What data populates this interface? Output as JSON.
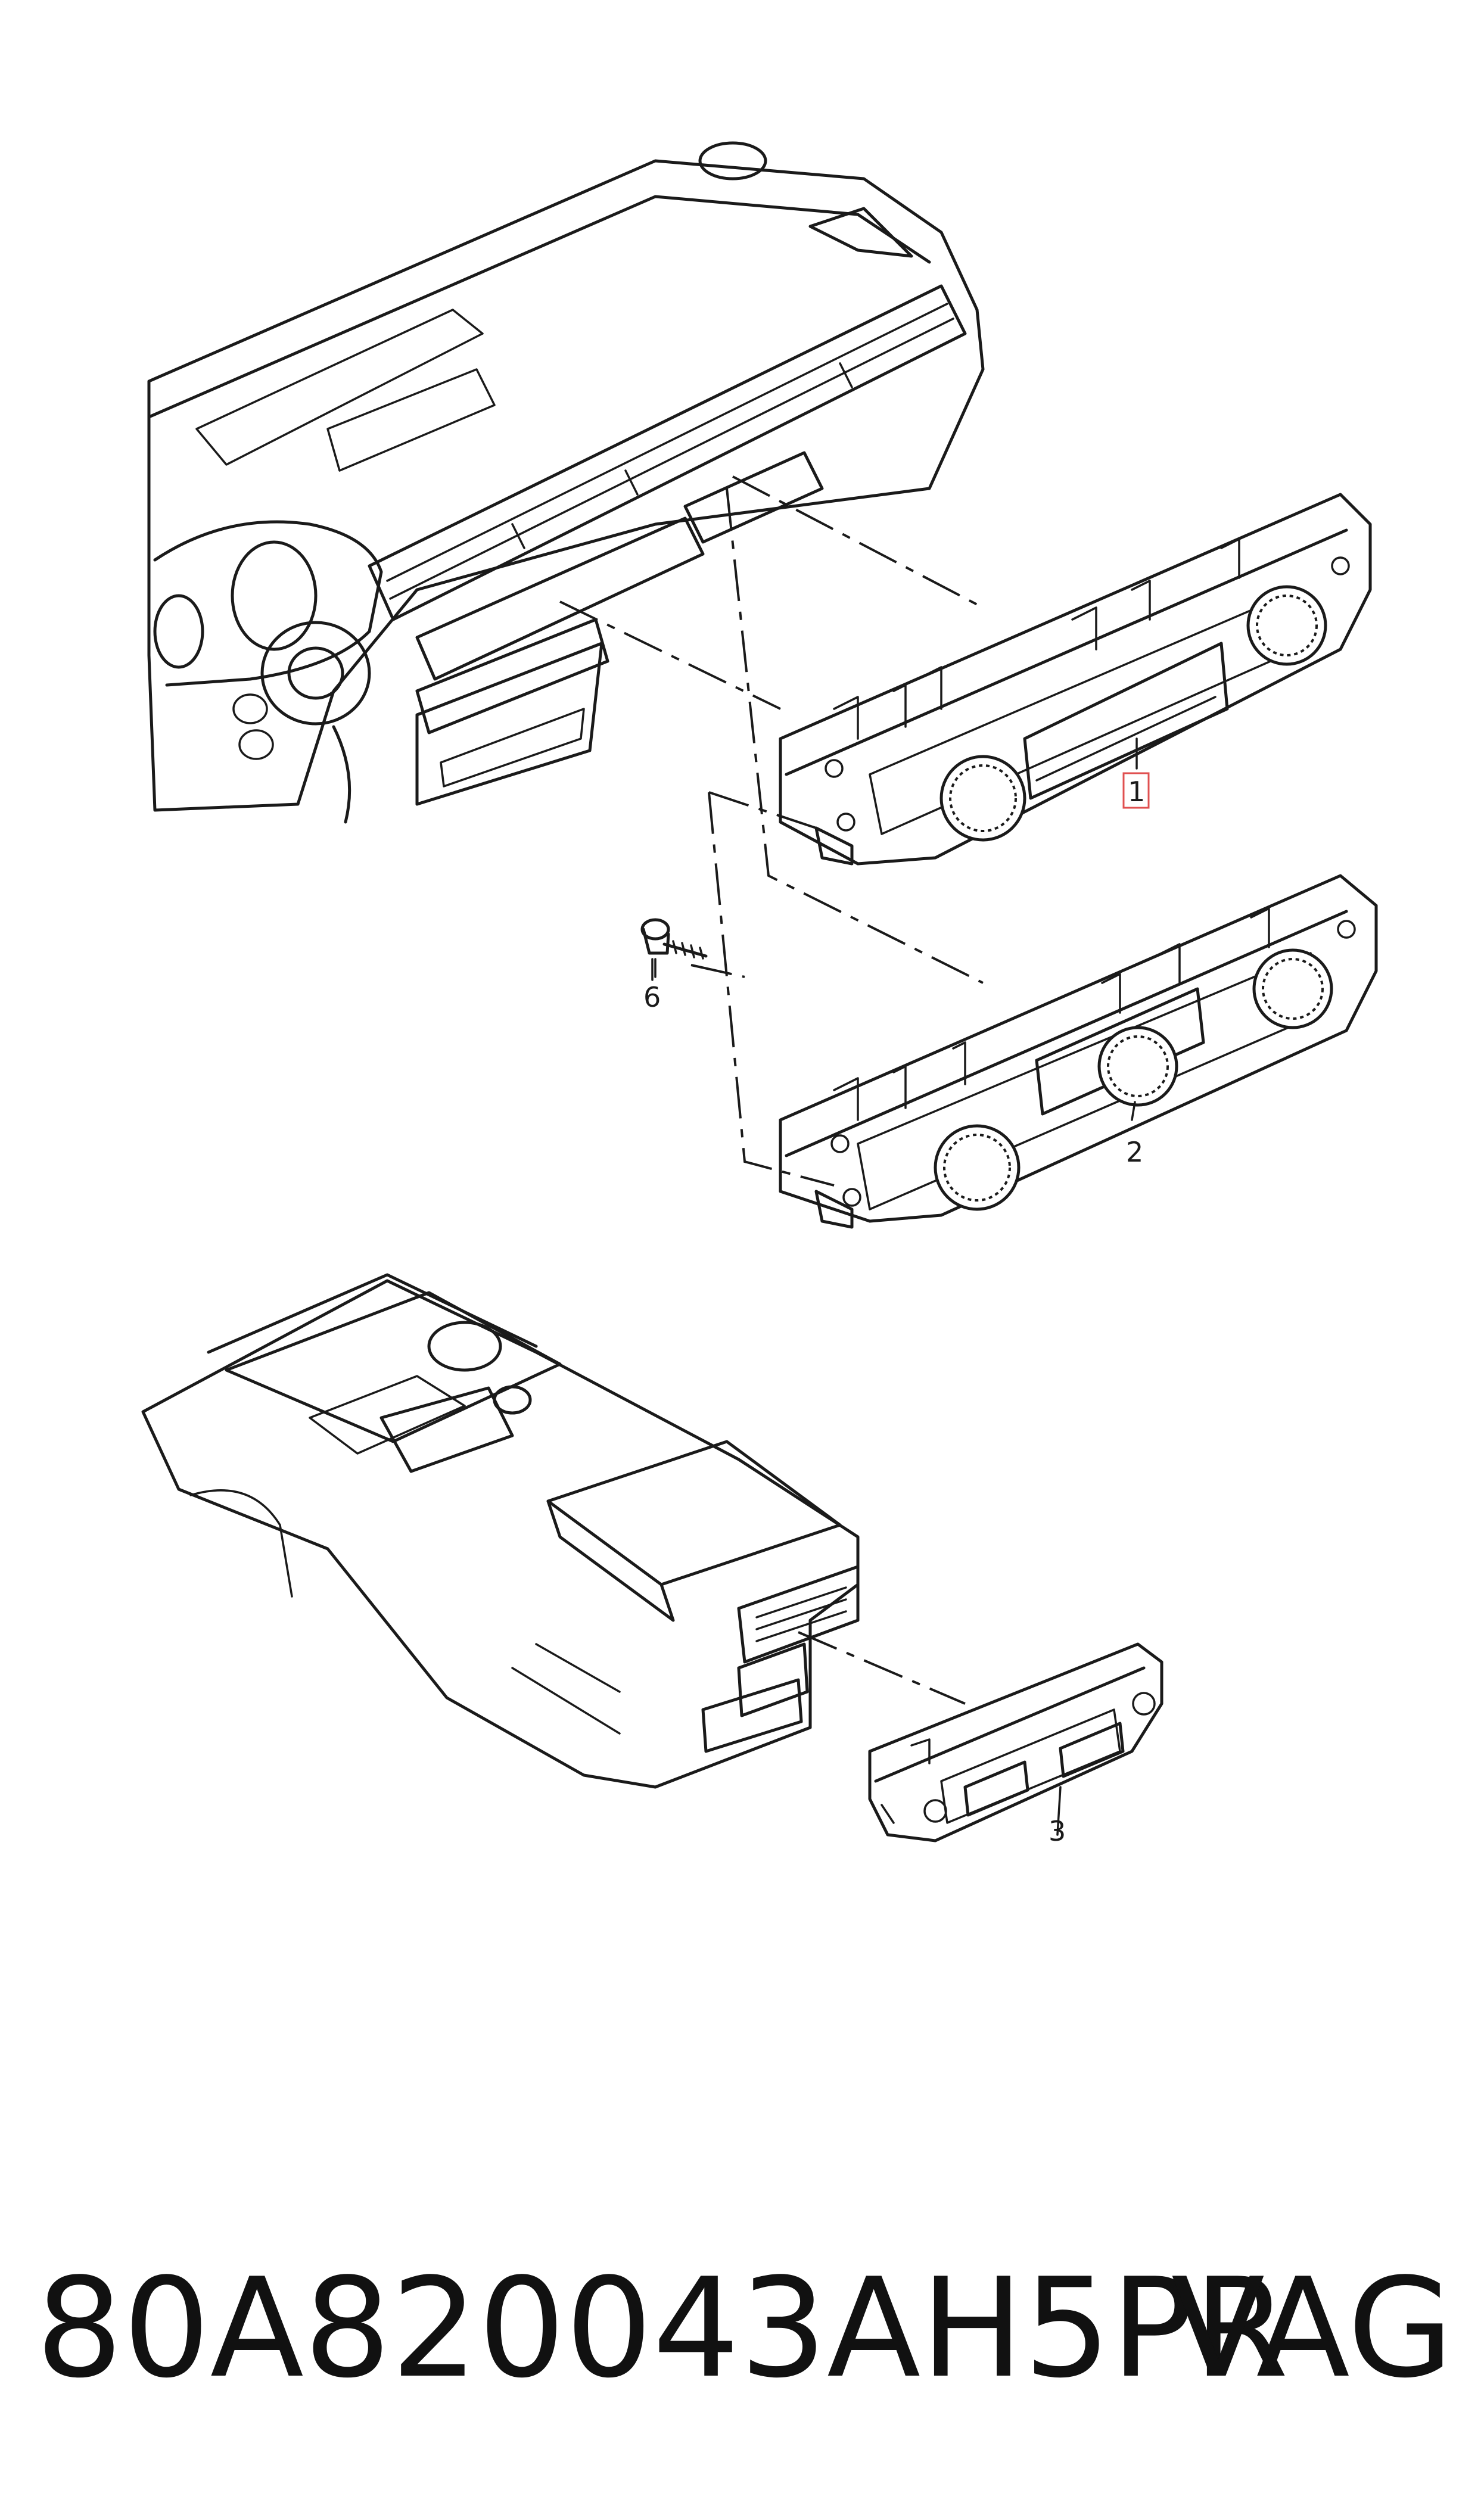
{
  "callouts": {
    "item1": "1",
    "item2": "2",
    "item3": "3",
    "item6": "6"
  },
  "footer": {
    "part_number": "80A820043AH5PR",
    "brand": "VAG"
  },
  "colors": {
    "line": "#1a1a1a",
    "highlight_box": "#e05050",
    "background": "#ffffff"
  }
}
